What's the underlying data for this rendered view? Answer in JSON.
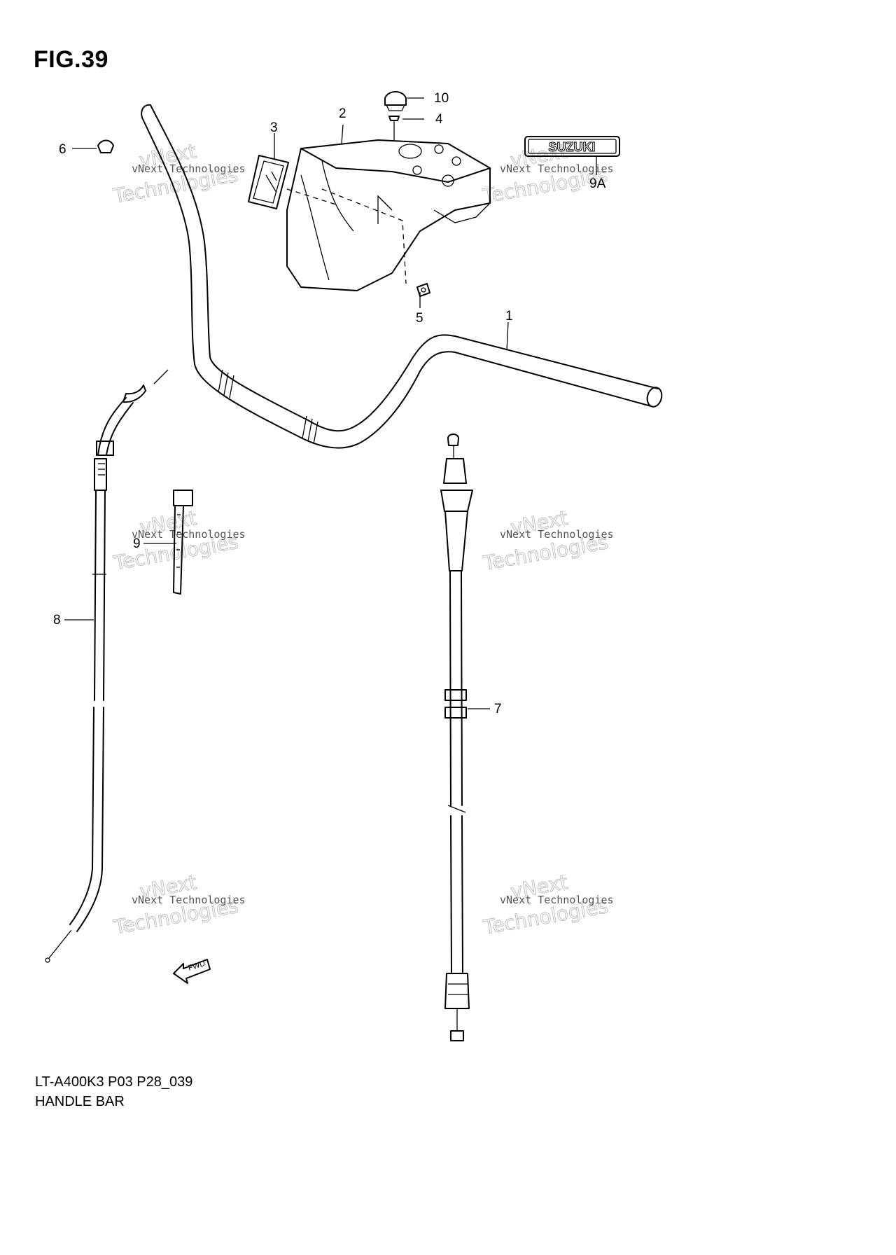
{
  "figure": {
    "title": "FIG.39"
  },
  "footer": {
    "model_code": "LT-A400K3 P03 P28_039",
    "section_name": "HANDLE BAR"
  },
  "callouts": [
    {
      "id": "1",
      "text": "1"
    },
    {
      "id": "2",
      "text": "2"
    },
    {
      "id": "3",
      "text": "3"
    },
    {
      "id": "4",
      "text": "4"
    },
    {
      "id": "5",
      "text": "5"
    },
    {
      "id": "6",
      "text": "6"
    },
    {
      "id": "7",
      "text": "7"
    },
    {
      "id": "8",
      "text": "8"
    },
    {
      "id": "9",
      "text": "9"
    },
    {
      "id": "9A",
      "text": "9A"
    },
    {
      "id": "10",
      "text": "10"
    }
  ],
  "emblem": {
    "text": "SUZUKI"
  },
  "direction_marker": {
    "text": "FWD"
  },
  "watermark": {
    "line1": "vNext Technologies",
    "line2": "vNext",
    "line3": "Technologies"
  }
}
